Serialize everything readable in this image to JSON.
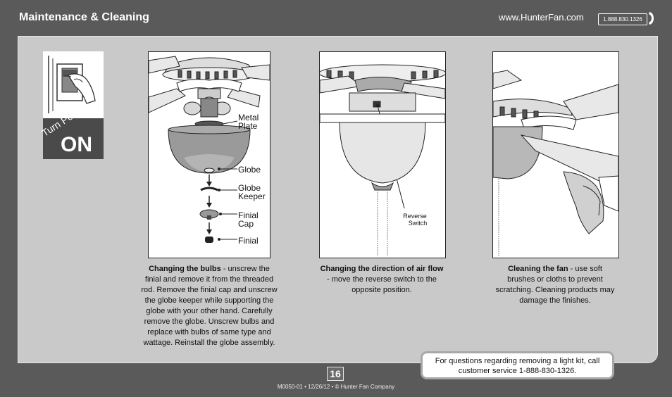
{
  "header": {
    "title": "Maintenance & Cleaning",
    "website": "www.HunterFan.com",
    "phone": "1.888.830.1326"
  },
  "power": {
    "label": "Turn Power",
    "state": "ON"
  },
  "steps": [
    {
      "title": "Changing the bulbs",
      "text": " - unscrew the finial and remove it from the threaded rod. Remove the finial cap and unscrew the globe keeper while supporting the globe with your other hand. Carefully remove the globe. Unscrew bulbs and replace with bulbs of same type and wattage. Reinstall the globe assembly.",
      "labels": {
        "metal_plate_1": "Metal",
        "metal_plate_2": "Plate",
        "globe": "Globe",
        "globe_keeper_1": "Globe",
        "globe_keeper_2": "Keeper",
        "finial_cap_1": "Finial",
        "finial_cap_2": "Cap",
        "finial": "Finial"
      }
    },
    {
      "title": "Changing the direction of air flow",
      "text": " - move the reverse switch to the opposite position.",
      "labels": {
        "reverse_1": "Reverse",
        "reverse_2": "Switch"
      }
    },
    {
      "title": "Cleaning the fan",
      "text": " - use soft brushes or cloths to prevent scratching. Cleaning products may damage the finishes."
    }
  ],
  "callout": "For questions regarding removing a light kit, call customer service 1-888-830-1326.",
  "page_number": "16",
  "footer": "M0050-01 • 12/26/12 • © Hunter Fan Company",
  "colors": {
    "background": "#5a5a5a",
    "panel": "#c9c9c9",
    "power_box": "#4a4a4a"
  }
}
